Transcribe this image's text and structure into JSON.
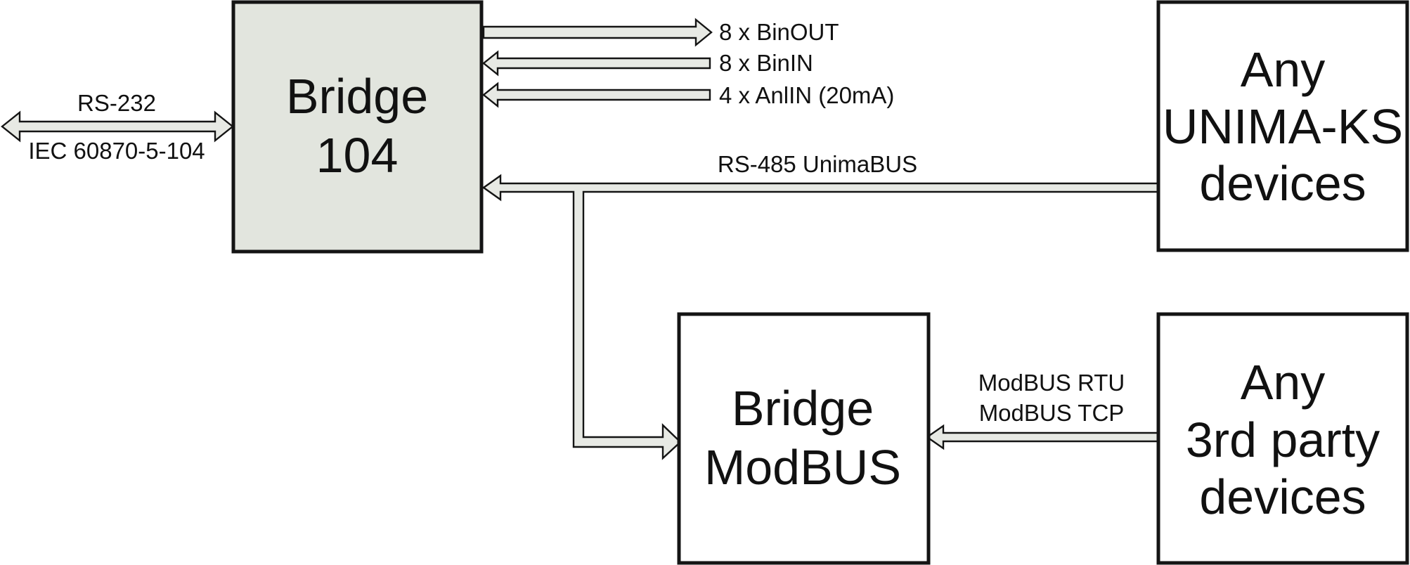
{
  "colors": {
    "bridge104_fill": "#e2e5de",
    "box_fill": "#ffffff",
    "stroke": "#141414",
    "arrow_fill": "#e7e9e4"
  },
  "boxes": {
    "bridge104": {
      "line1": "Bridge",
      "line2": "104"
    },
    "bridge_modbus": {
      "line1": "Bridge",
      "line2": "ModBUS"
    },
    "unima_devices": {
      "line1": "Any",
      "line2": "UNIMA-KS",
      "line3": "devices"
    },
    "third_party_devices": {
      "line1": "Any",
      "line2": "3rd party",
      "line3": "devices"
    }
  },
  "labels": {
    "rs232": "RS-232",
    "iec": "IEC 60870-5-104",
    "binout": "8 x BinOUT",
    "binin": "8 x BinIN",
    "anlin": "4 x AnlIN (20mA)",
    "rs485": "RS-485 UnimaBUS",
    "modbus_rtu": "ModBUS RTU",
    "modbus_tcp": "ModBUS TCP"
  }
}
